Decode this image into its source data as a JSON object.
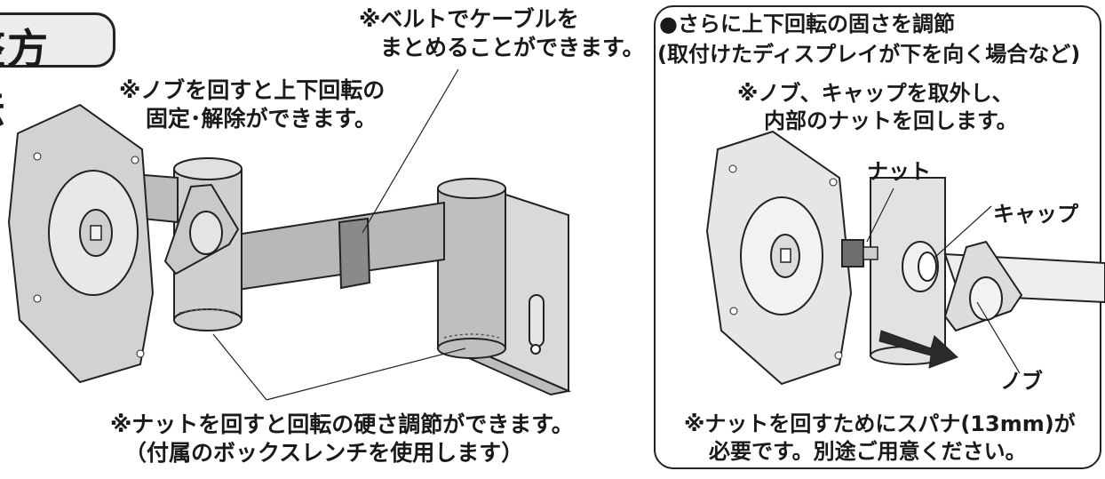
{
  "title_tab": {
    "text": "整方法"
  },
  "left_figure": {
    "note_belt": [
      "※ベルトでケーブルを",
      "まとめることができます。"
    ],
    "note_knob": [
      "※ノブを回すと上下回転の",
      "固定･解除ができます。"
    ],
    "note_nut": [
      "※ナットを回すと回転の硬さ調節ができます。",
      "（付属のボックスレンチを使用します）"
    ]
  },
  "right_panel": {
    "heading": "●さらに上下回転の固さを調節",
    "subheading": "(取付けたディスプレイが下を向く場合など)",
    "instruction": [
      "※ノブ、キャップを取外し、",
      "内部のナットを回します。"
    ],
    "label_nut": "ナット",
    "label_cap": "キャップ",
    "label_knob": "ノブ",
    "footer": [
      "※ナットを回すためにスパナ(13mm)が",
      "必要です。別途ご用意ください。"
    ]
  }
}
